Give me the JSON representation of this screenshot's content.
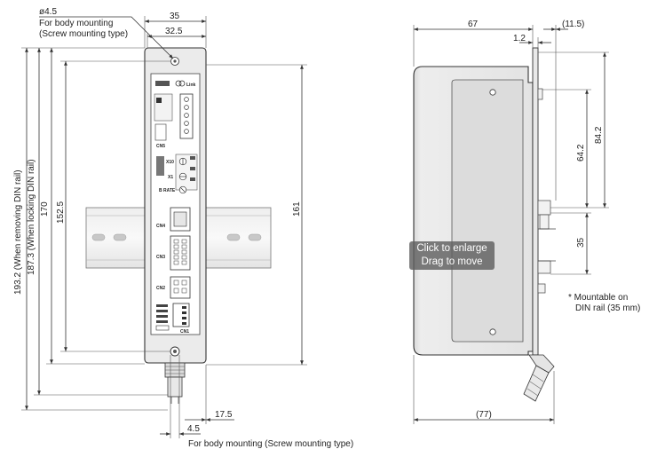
{
  "front": {
    "dim_top_width": "35",
    "dim_inner_width": "32.5",
    "hole_label": "ø4.5",
    "hole_note_line1": "For body mounting",
    "hole_note_line2": "(Screw mounting type)",
    "dim_removing": "193.2 (When removing DIN rail)",
    "dim_locking": "187.3 (When locking DIN rail)",
    "dim_170": "170",
    "dim_152_5": "152.5",
    "dim_161": "161",
    "dim_17_5": "17.5",
    "dim_4_5": "4.5",
    "bottom_note": "For body mounting (Screw mounting type)",
    "labels": {
      "cn5": "CN5",
      "cn4": "CN4",
      "cn3": "CN3",
      "cn2": "CN2",
      "cn1": "CN1",
      "x10": "X10",
      "x1": "X1",
      "brate": "B RATE"
    }
  },
  "side": {
    "dim_67": "67",
    "dim_11_5": "(11.5)",
    "dim_1_2": "1.2",
    "dim_84_2": "84.2",
    "dim_64_2": "64.2",
    "dim_35": "35",
    "dim_77": "(77)",
    "din_note_line1": "* Mountable on",
    "din_note_line2": "DIN rail (35 mm)"
  },
  "overlay": {
    "line1": "Click to enlarge",
    "line2": "Drag to move"
  }
}
